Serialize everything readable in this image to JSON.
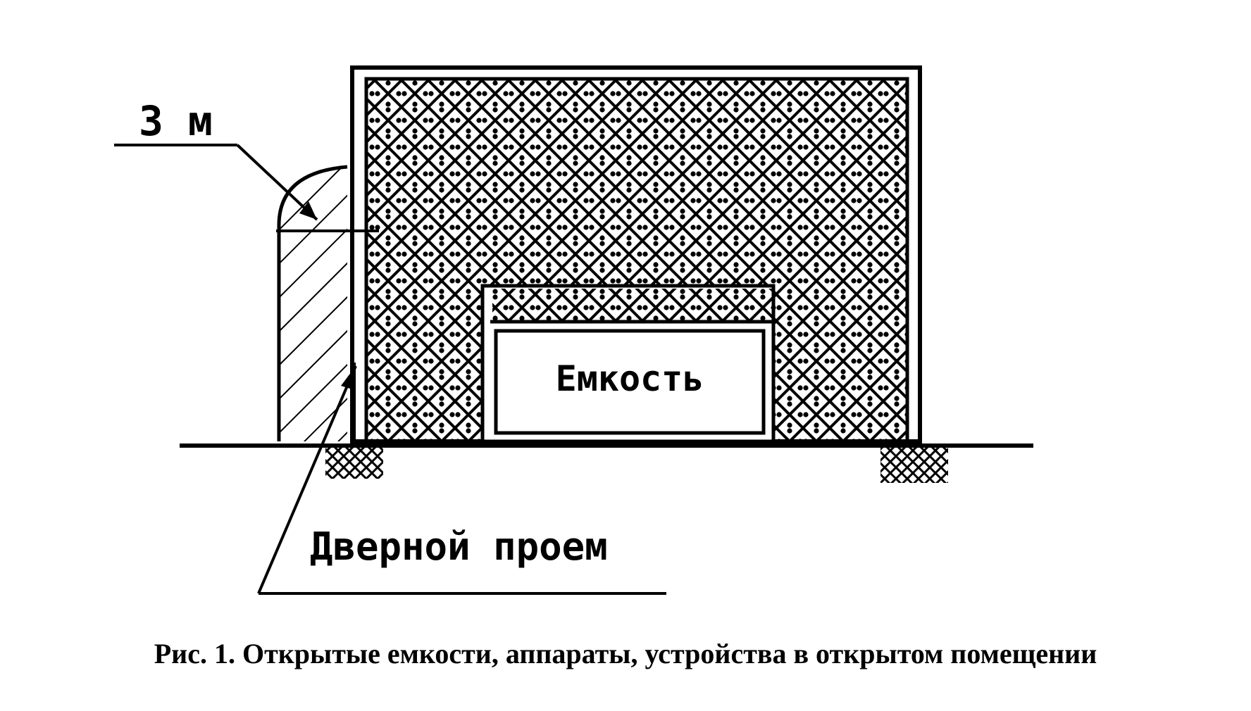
{
  "diagram": {
    "dimension_label": "3 м",
    "tank_label": "Емкость",
    "door_label": "Дверной проем"
  },
  "caption": "Рис. 1. Открытые емкости, аппараты, устройства в открытом помещении",
  "colors": {
    "ink": "#000000",
    "background": "#ffffff"
  }
}
